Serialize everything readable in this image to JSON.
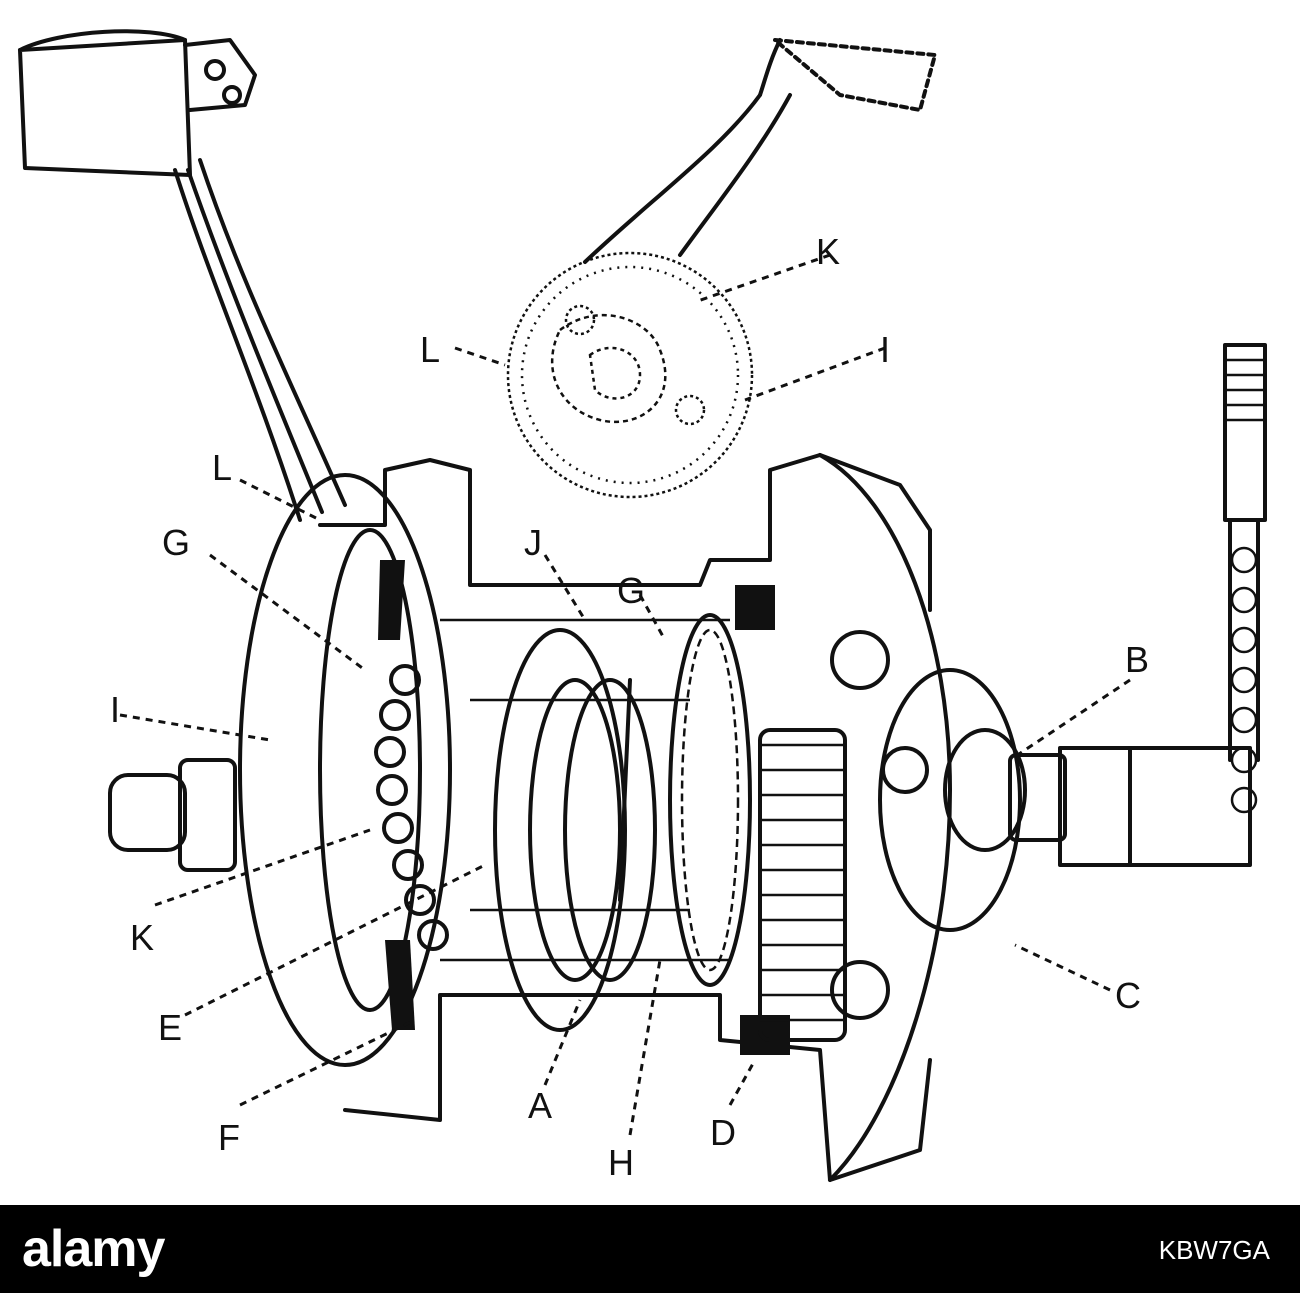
{
  "diagram": {
    "labels": {
      "A": "A",
      "B": "B",
      "C": "C",
      "D": "D",
      "E": "E",
      "F": "F",
      "G_top": "G",
      "G_left": "G",
      "H": "H",
      "I_left": "I",
      "I_inset": "I",
      "J": "J",
      "K_inset": "K",
      "K_left": "K",
      "L_inset": "L",
      "L_left": "L"
    }
  },
  "footer": {
    "brand": "alamy",
    "stock_id": "KBW7GA"
  }
}
